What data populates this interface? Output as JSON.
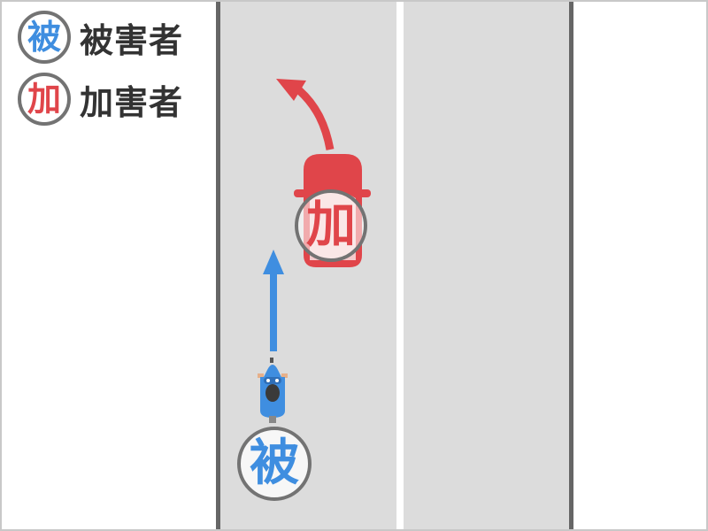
{
  "legend": {
    "items": [
      {
        "badge": "被",
        "label": "被害者",
        "color": "#3f8ee0",
        "role": "victim"
      },
      {
        "badge": "加",
        "label": "加害者",
        "color": "#e0454a",
        "role": "perpetrator"
      }
    ]
  },
  "scene": {
    "road": {
      "lanes": 2,
      "surface_color": "#dcdcdc",
      "edge_color": "#666666",
      "center_line_color": "#ffffff"
    },
    "vehicles": [
      {
        "type": "car",
        "role": "perpetrator",
        "badge": "加",
        "color": "#e0454a",
        "movement": "right-turn-forward-left-arrow"
      },
      {
        "type": "motorcycle",
        "role": "victim",
        "badge": "被",
        "color": "#3f8ee0",
        "movement": "straight-forward-arrow"
      }
    ]
  },
  "colors": {
    "victim": "#3f8ee0",
    "perpetrator": "#e0454a",
    "badge_border": "#737373"
  }
}
